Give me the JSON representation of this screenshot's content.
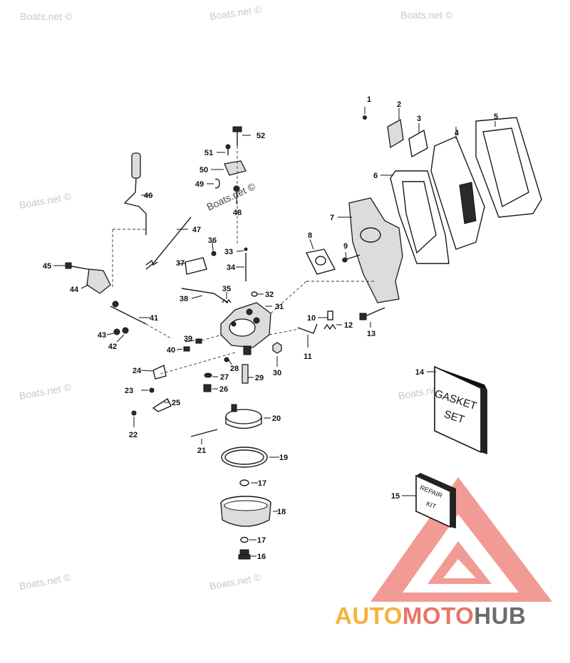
{
  "watermark": {
    "text": "Boats.net ©"
  },
  "callouts": {
    "p1": "1",
    "p2": "2",
    "p3": "3",
    "p4": "4",
    "p5": "5",
    "p6": "6",
    "p7": "7",
    "p8": "8",
    "p9": "9",
    "p10": "10",
    "p11": "11",
    "p12": "12",
    "p13": "13",
    "p14": "14",
    "p15": "15",
    "p16": "16",
    "p17a": "17",
    "p17b": "17",
    "p18": "18",
    "p19": "19",
    "p20": "20",
    "p21": "21",
    "p22": "22",
    "p23": "23",
    "p24": "24",
    "p25": "25",
    "p26": "26",
    "p27": "27",
    "p28": "28",
    "p29": "29",
    "p30": "30",
    "p31": "31",
    "p32": "32",
    "p33": "33",
    "p34": "34",
    "p35": "35",
    "p36": "36",
    "p37": "37",
    "p38": "38",
    "p39": "39",
    "p40": "40",
    "p41": "41",
    "p42": "42",
    "p43": "43",
    "p44": "44",
    "p45": "45",
    "p46": "46",
    "p47": "47",
    "p48": "48",
    "p49": "49",
    "p50": "50",
    "p51": "51",
    "p52": "52"
  },
  "gasket_set": {
    "line1": "GASKET",
    "line2": "SET"
  },
  "repair_kit": {
    "line1": "REPAIR",
    "line2": "KIT"
  },
  "logo": {
    "part1": "AUTO",
    "part2": "MOTO",
    "part3": "HUB"
  },
  "colors": {
    "logo_orange": "#f4b23c",
    "logo_red": "#e8746a",
    "logo_gray": "#6d6d6d",
    "watermark": "#c8c8c8"
  }
}
